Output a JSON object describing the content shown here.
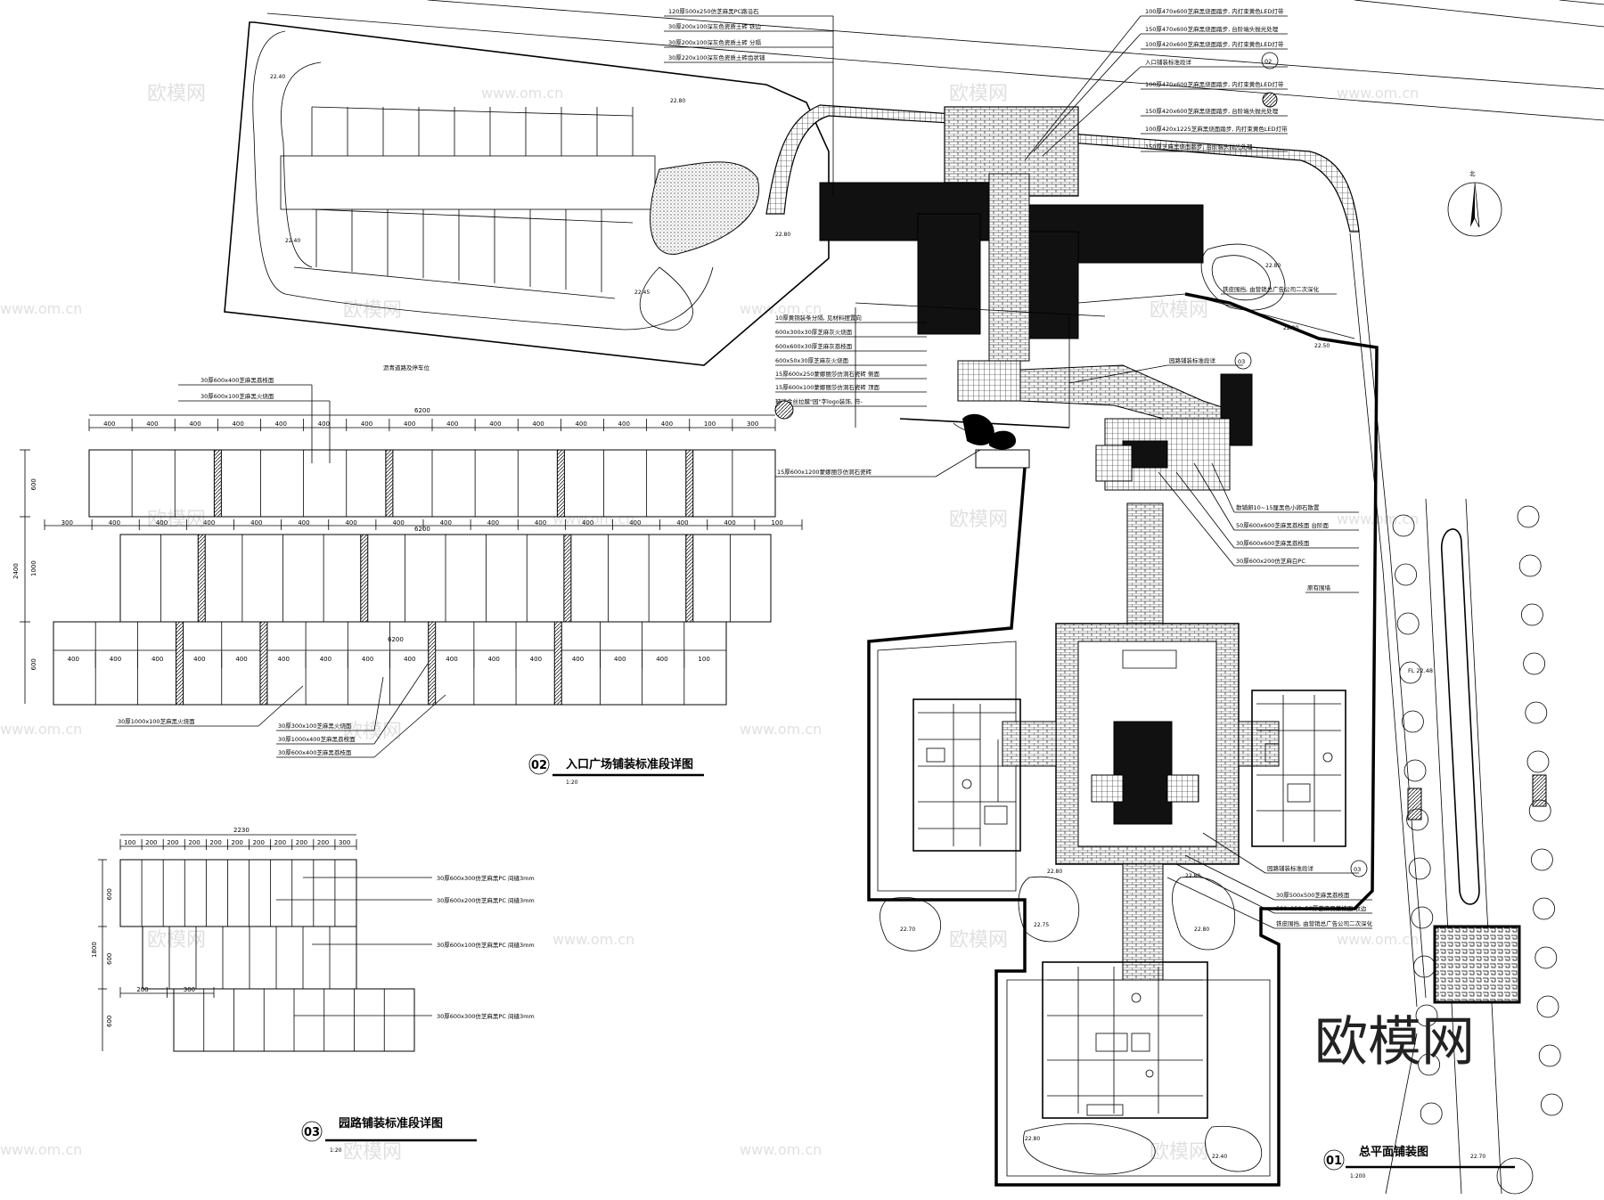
{
  "titles": {
    "plaza_detail": {
      "no": "02",
      "text": "入口广场铺装标准段详图",
      "scale": "1:20"
    },
    "path_detail": {
      "no": "03",
      "text": "园路铺装标准段详图",
      "scale": "1:20"
    },
    "site_plan": {
      "no": "01",
      "text": "总平面铺装图",
      "scale": "1:200"
    }
  },
  "brand_mark": "欧模网",
  "watermark": {
    "logo": "欧模网",
    "url": "www.om.cn"
  },
  "north_label": "北",
  "top_notes": [
    "120厚500x250仿芝麻黑PC路沿石",
    "30厚200x100深灰色瓷质土砖 铁边",
    "30厚200x100深灰色瓷质土砖 分隔",
    "30厚220x100深灰色瓷质土砖齿状铺"
  ],
  "right_notes": [
    "100厚470x600芝麻黑烧面踏步, 内打束黄色LED灯带",
    "150厚470x600芝麻黑烧面踏步, 台阶端头抛光处理",
    "100厚420x600芝麻黑烧面踏步, 内打束黄色LED灯带",
    "入口铺装标准段详",
    "100厚470x600芝麻黑烧面踏步, 内打束黄色LED灯带",
    "150厚420x600芝麻黑烧面踏步, 台阶端头抛光处理",
    "100厚420x1225芝麻黑烧面踏步, 内打束黄色LED灯带",
    "150厚芝麻黑烧面踏步, 台阶端头抛光处理"
  ],
  "mid_notes": [
    "10厚黄铜装条分隔, 见材料摆置向",
    "600x300x30厚芝麻灰火烧面",
    "600x600x30厚芝麻灰荔枝面",
    "600x50x30厚芝麻灰火烧面",
    "15厚600x250蒙娜丽莎仿洞石瓷砖 侧面",
    "15厚600x100蒙娜丽莎仿洞石瓷砖 顶面",
    "玻璃金丝拉膜\"园\"字logo装饰, 符-"
  ],
  "bottom_mid_note": "15厚600x1200蒙娜丽莎仿洞石瓷砖",
  "parking_note": "沥青道路及停车位",
  "path_label_1": "园路铺装标准段详",
  "path_label_1_no": "03",
  "path_label_2": "园路铺装标准段详",
  "path_label_2_no": "03",
  "callout_02": "02",
  "callout_01": "01",
  "right_block_notes": [
    "散铺卵10~15厘黑色小卵石散置",
    "50厚600x600芝麻黑荔枝面 台阶面",
    "30厚600x600芝麻黑荔枝面",
    "30厚600x200仿芝麻白PC"
  ],
  "grass_note": "原有围墙",
  "grass_note2": "铁皮围挡, 由营销总广告公司二次深化",
  "fl_label": "FL 22.48",
  "lower_notes": [
    "30厚500x500芝麻黑荔枝面",
    "500x150x50厚芝麻黑荔枝面 收边",
    "铁皮围挡, 由营销总广告公司二次深化"
  ],
  "plaza_dims": {
    "top_total": "6200",
    "top_row": [
      "400",
      "400",
      "400",
      "400",
      "400",
      "400",
      "400",
      "400",
      "400",
      "400",
      "400",
      "400",
      "400",
      "400",
      "100",
      "300"
    ],
    "mid_total": "6200",
    "mid_row": [
      "300",
      "400",
      "400",
      "400",
      "400",
      "400",
      "400",
      "400",
      "400",
      "400",
      "400",
      "400",
      "400",
      "400",
      "400",
      "100"
    ],
    "bot_total": "6200",
    "bot_row": [
      "400",
      "400",
      "400",
      "400",
      "400",
      "400",
      "400",
      "400",
      "400",
      "400",
      "400",
      "400",
      "400",
      "400",
      "400",
      "100"
    ],
    "left": [
      "600",
      "1000",
      "600"
    ],
    "left_total": "2400",
    "notes_top": [
      "30厚600x400芝麻黑荔枝面",
      "30厚600x100芝麻黑火烧面"
    ],
    "notes_bottom": [
      "30厚1000x100芝麻黑火烧面",
      "30厚300x100芝麻黑火烧面",
      "30厚1000x400芝麻黑荔枝面",
      "30厚600x400芝麻黑荔枝面"
    ]
  },
  "path_dims": {
    "total": "2230",
    "top_row": [
      "100",
      "200",
      "200",
      "200",
      "200",
      "200",
      "200",
      "200",
      "200",
      "200",
      "300"
    ],
    "bottom_row": [
      "200",
      "300"
    ],
    "left": [
      "600",
      "600",
      "600"
    ],
    "left_total": "1800",
    "notes": [
      "30厚600x300仿芝麻黑PC 间缝3mm",
      "30厚600x200仿芝麻黑PC 间缝3mm",
      "30厚600x100仿芝麻黑PC 间缝3mm",
      "30厚600x300仿芝麻黑PC 间缝3mm"
    ]
  },
  "elevations": [
    "22.40",
    "22.40",
    "22.80",
    "22.45",
    "22.80",
    "22.80",
    "22.80",
    "22.50",
    "22.80",
    "22.80",
    "22.70",
    "22.75",
    "22.80",
    "22.80",
    "22.40",
    "22.70"
  ]
}
